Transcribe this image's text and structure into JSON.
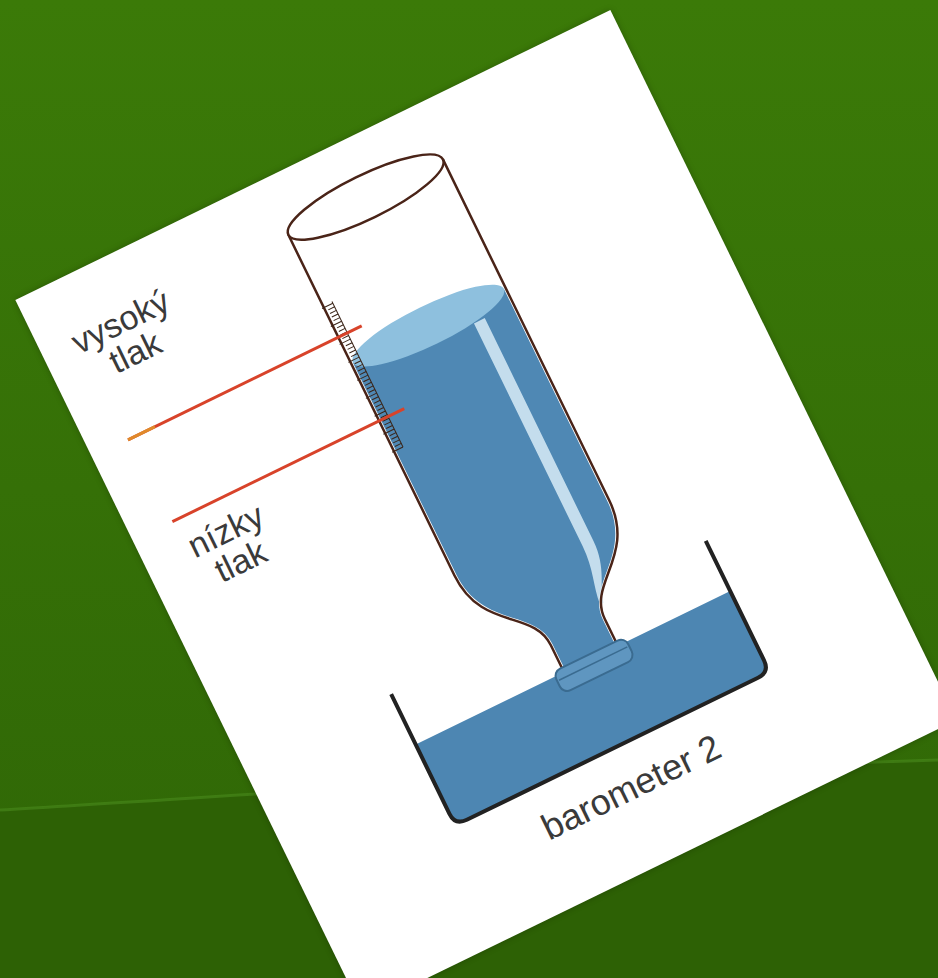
{
  "diagram": {
    "labels": [
      "vysoký tlak",
      "nízky tlak",
      "barometer 2"
    ]
  }
}
